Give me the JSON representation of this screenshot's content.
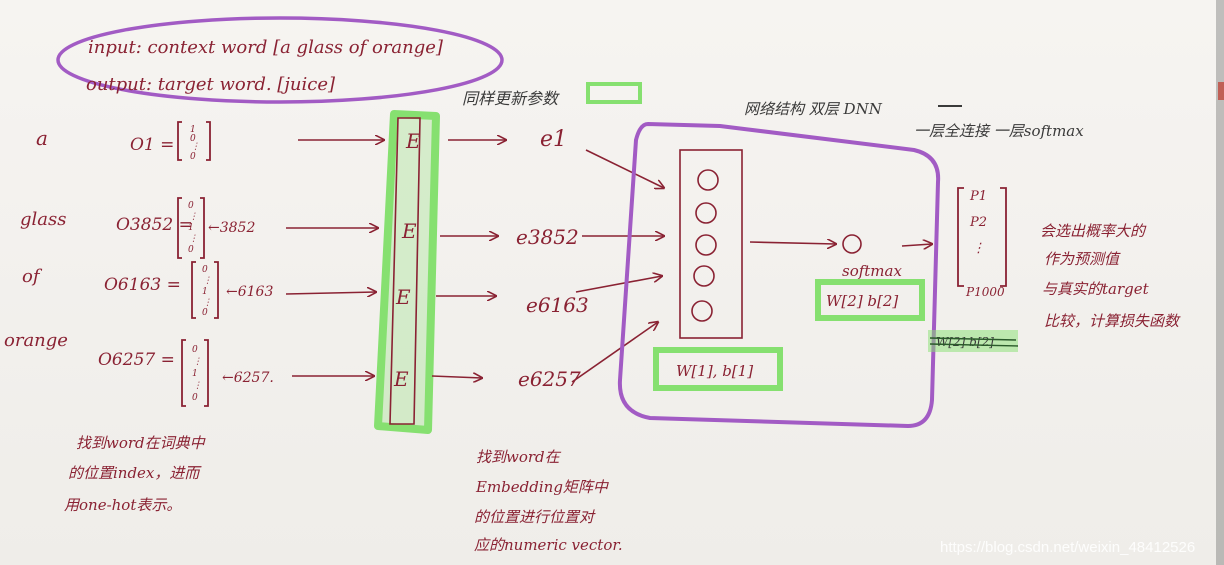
{
  "header": {
    "input_line": "input: context word   [a glass of orange]",
    "output_line": "output: target word.   [juice]"
  },
  "words": [
    "a",
    "glass",
    "of",
    "orange"
  ],
  "onehot": {
    "labels": [
      "O1 =",
      "O3852 =",
      "O6163 =",
      "O6257 ="
    ],
    "vectors": [
      "1\n0\n⋮\n0",
      "0\n⋮\n1\n⋮\n0",
      "0\n⋮\n1\n⋮\n0",
      "0\n⋮\n1\n⋮\n0"
    ],
    "indices": [
      "",
      "←3852",
      "←6163",
      "←6257."
    ]
  },
  "embedding": {
    "cells": [
      "E",
      "E",
      "E",
      "E"
    ],
    "note": "同样更新参数"
  },
  "embed_vectors": [
    "e1",
    "e3852",
    "e6163",
    "e6257"
  ],
  "network": {
    "title": "网络结构 双层 DNN",
    "subtitle": "一层全连接 一层softmax",
    "hidden_params": "W[1], b[1]",
    "softmax_label": "softmax",
    "softmax_params": "W[2] b[2]",
    "strike_note": "W[2] b[2]"
  },
  "output": {
    "probs": [
      "P1",
      "P2",
      "⋮",
      "P1000"
    ],
    "note_lines": [
      "会选出概率大的",
      "作为预测值",
      "与真实的target",
      "比较，计算损失函数"
    ]
  },
  "notes": {
    "left": [
      "找到word在词典中",
      "的位置index，进而",
      "用one-hot表示。"
    ],
    "middle": [
      "找到word在",
      "Embedding矩阵中",
      "的位置进行位置对",
      "应的numeric vector."
    ]
  },
  "watermark": "https://blog.csdn.net/weixin_48412526",
  "colors": {
    "ink": "#8a2233",
    "purple": "#a25bc4",
    "green": "#86e070",
    "pencil": "#3a3a3a"
  }
}
